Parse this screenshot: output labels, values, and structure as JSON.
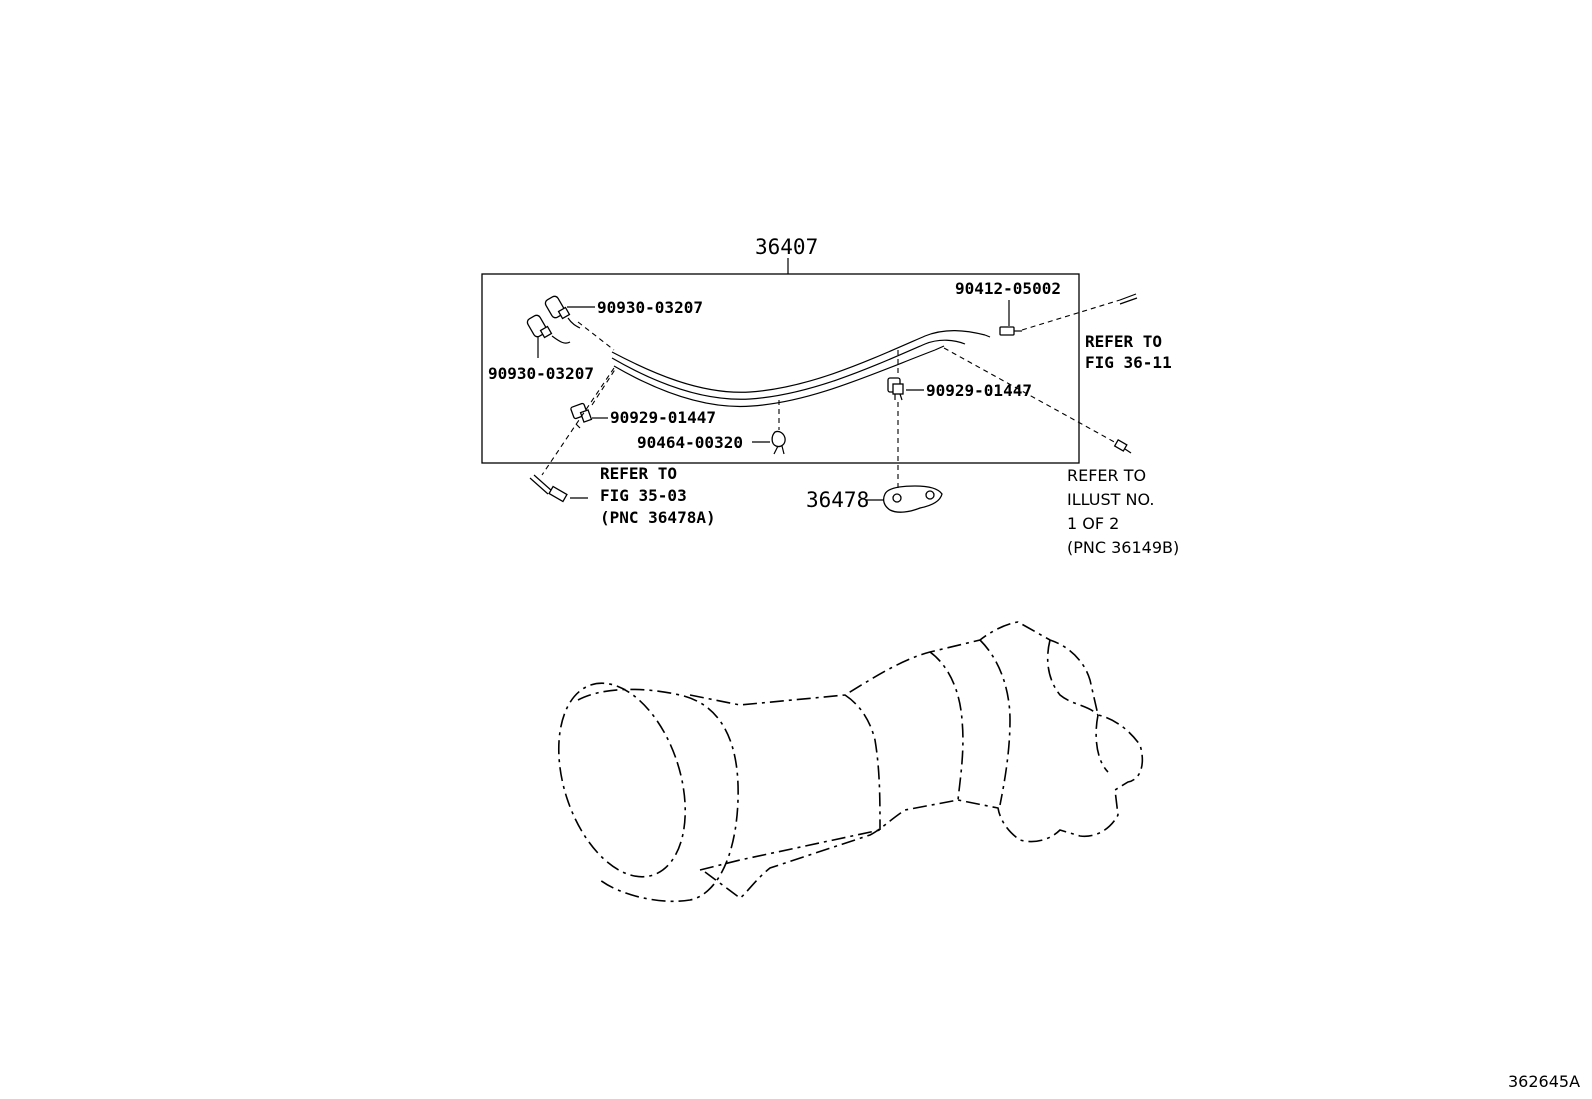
{
  "assembly_label": "36407",
  "callouts": {
    "sensor_upper": "90930-03207",
    "sensor_lower": "90930-03207",
    "clamp_left": "90929-01447",
    "clip": "90464-00320",
    "clamp_right": "90929-01447",
    "bolt": "90412-05002",
    "bracket": "36478"
  },
  "references": {
    "fig_36_11": [
      "REFER TO",
      "FIG 36-11"
    ],
    "fig_35_03": [
      "REFER TO",
      "FIG 35-03",
      "(PNC 36478A)"
    ],
    "illust": [
      "REFER TO",
      "ILLUST NO.",
      "1 OF 2",
      "(PNC 36149B)"
    ]
  },
  "figure_id": "362645A"
}
